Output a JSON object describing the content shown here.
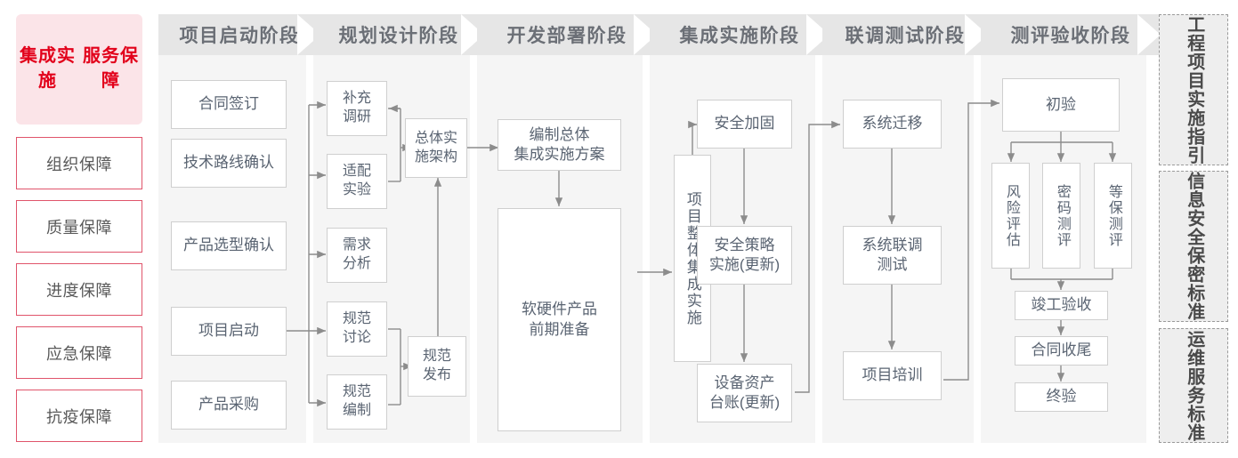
{
  "left_panel": {
    "title": "集成实施\n服务保障",
    "title_lines": [
      "集成实施",
      "服务保障"
    ],
    "items": [
      {
        "label": "组织保障"
      },
      {
        "label": "质量保障"
      },
      {
        "label": "进度保障"
      },
      {
        "label": "应急保障"
      },
      {
        "label": "抗疫保障"
      }
    ],
    "accent_color": "#e2001a",
    "bg_color": "#fbe4e8",
    "border_color": "#e0546b"
  },
  "phases": [
    {
      "id": "phase-initiation",
      "title": "项目启动阶段",
      "nodes": [
        {
          "id": "contract-signing",
          "label": "合同签订"
        },
        {
          "id": "tech-route-confirm",
          "label": "技术路线确认"
        },
        {
          "id": "product-selection-confirm",
          "label": "产品选型确认"
        },
        {
          "id": "project-kickoff",
          "label": "项目启动"
        },
        {
          "id": "product-procurement",
          "label": "产品采购"
        }
      ]
    },
    {
      "id": "phase-planning",
      "title": "规划设计阶段",
      "nodes": [
        {
          "id": "supplementary-research",
          "label": "补充\n调研",
          "lines": [
            "补充",
            "调研"
          ]
        },
        {
          "id": "adaptation-experiment",
          "label": "适配\n实验",
          "lines": [
            "适配",
            "实验"
          ]
        },
        {
          "id": "requirement-analysis",
          "label": "需求\n分析",
          "lines": [
            "需求",
            "分析"
          ]
        },
        {
          "id": "spec-discussion",
          "label": "规范\n讨论",
          "lines": [
            "规范",
            "讨论"
          ]
        },
        {
          "id": "spec-drafting",
          "label": "规范\n编制",
          "lines": [
            "规范",
            "编制"
          ]
        },
        {
          "id": "overall-impl-architecture",
          "label": "总体实\n施架构",
          "lines": [
            "总体实",
            "施架构"
          ]
        },
        {
          "id": "spec-release",
          "label": "规范\n发布",
          "lines": [
            "规范",
            "发布"
          ]
        }
      ]
    },
    {
      "id": "phase-development",
      "title": "开发部署阶段",
      "nodes": [
        {
          "id": "compile-overall-plan",
          "label": "编制总体\n集成实施方案",
          "lines": [
            "编制总体",
            "集成实施方案"
          ]
        },
        {
          "id": "hw-sw-preparation",
          "label": "软硬件产品\n前期准备",
          "lines": [
            "软硬件产品",
            "前期准备"
          ]
        }
      ]
    },
    {
      "id": "phase-integration",
      "title": "集成实施阶段",
      "nodes": [
        {
          "id": "overall-project-integration",
          "label": "项目整体集成实施"
        },
        {
          "id": "security-hardening",
          "label": "安全加固"
        },
        {
          "id": "security-policy-impl",
          "label": "安全策略\n实施(更新)",
          "lines": [
            "安全策略",
            "实施(更新)"
          ]
        },
        {
          "id": "asset-ledger",
          "label": "设备资产\n台账(更新)",
          "lines": [
            "设备资产",
            "台账(更新)"
          ]
        }
      ]
    },
    {
      "id": "phase-joint-testing",
      "title": "联调测试阶段",
      "nodes": [
        {
          "id": "system-migration",
          "label": "系统迁移"
        },
        {
          "id": "system-joint-test",
          "label": "系统联调\n测试",
          "lines": [
            "系统联调",
            "测试"
          ]
        },
        {
          "id": "project-training",
          "label": "项目培训"
        }
      ]
    },
    {
      "id": "phase-acceptance",
      "title": "测评验收阶段",
      "nodes": [
        {
          "id": "preliminary-acceptance",
          "label": "初验"
        },
        {
          "id": "risk-assessment",
          "label": "风险评估"
        },
        {
          "id": "crypto-evaluation",
          "label": "密码测评"
        },
        {
          "id": "mlps-evaluation",
          "label": "等保测评"
        },
        {
          "id": "completion-acceptance",
          "label": "竣工验收"
        },
        {
          "id": "contract-closeout",
          "label": "合同收尾"
        },
        {
          "id": "final-acceptance",
          "label": "终验"
        }
      ]
    }
  ],
  "standards": [
    {
      "id": "std-engineering",
      "label": "工程项目实施指引"
    },
    {
      "id": "std-infosec",
      "label": "信息安全保密标准"
    },
    {
      "id": "std-ops",
      "label": "运维服务标准"
    }
  ],
  "colors": {
    "header_band": "#e6e6e6",
    "column_bg": "#f5f5f5",
    "node_border": "#cfcfcf",
    "node_text": "#5a6472",
    "header_text": "#6b6f76",
    "connector": "#8c8c8c",
    "standard_bg": "#eeeeee",
    "standard_border": "#9a9a9a"
  }
}
